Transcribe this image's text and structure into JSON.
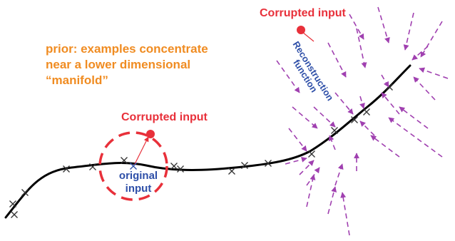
{
  "colors": {
    "curve": "#000000",
    "cross": "#333333",
    "corrupted": "#e8303a",
    "circle": "#e8303a",
    "arrow": "#a040b0",
    "prior_text": "#f08c22",
    "corrupted_text": "#e8303a",
    "original_text": "#2e4fa8",
    "recon_text": "#2e4fa8"
  },
  "prior_note": {
    "line1": "prior: examples concentrate",
    "line2": "near a lower dimensional",
    "line3": "“manifold”"
  },
  "corrupted_label_top": "Corrupted input",
  "corrupted_label_mid": "Corrupted input",
  "original_label": {
    "line1": "original",
    "line2": "input"
  },
  "recon_label": {
    "line1": "Reconstruction",
    "line2": "function"
  }
}
